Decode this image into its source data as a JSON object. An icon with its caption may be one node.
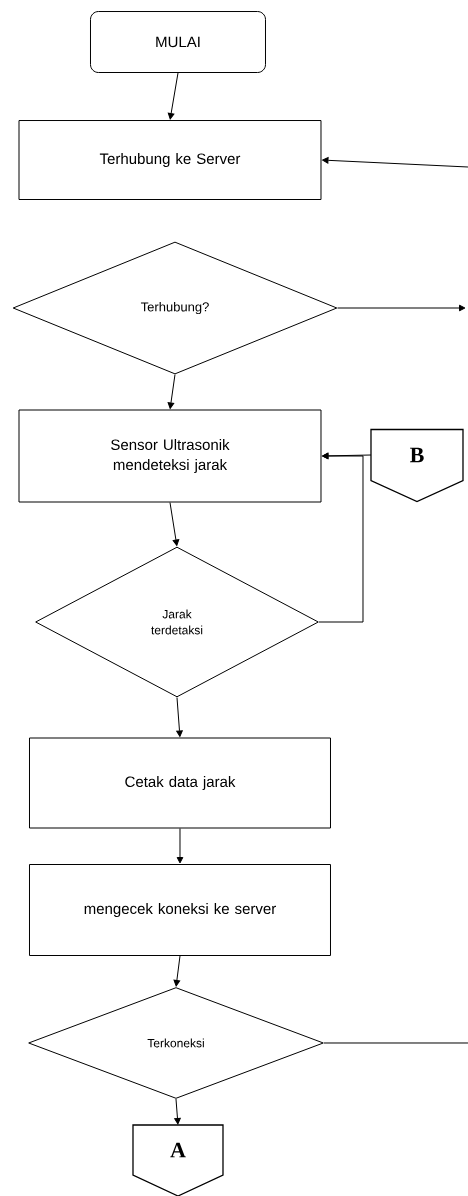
{
  "diagram": {
    "nodes": [
      {
        "text": [
          "MULAI"
        ]
      },
      {
        "text": [
          "Terhubung ke Server"
        ]
      },
      {
        "text": [
          "Terhubung?"
        ]
      },
      {
        "text": [
          "Sensor Ultrasonik mendeteksi jarak"
        ]
      },
      {
        "text": [
          "B"
        ]
      },
      {
        "text": [
          "Jarak terdetaksi"
        ]
      },
      {
        "text": [
          "Cetak data jarak"
        ]
      },
      {
        "text": [
          "mengecek koneksi ke server"
        ]
      },
      {
        "text": [
          "Terkoneksi"
        ]
      },
      {
        "text": [
          "A"
        ]
      }
    ],
    "edges": [
      {
        "from": 0,
        "to": 1,
        "arrow": "to"
      },
      {
        "from": 2,
        "to": 3,
        "arrow": "to"
      },
      {
        "from": 2,
        "to": null,
        "arrow": "to"
      },
      {
        "from": null,
        "to": 1,
        "arrow": "to"
      },
      {
        "from": 3,
        "to": 5,
        "arrow": "to"
      },
      {
        "from": 5,
        "to": 3,
        "arrow": "to"
      },
      {
        "from": 4,
        "to": 3,
        "arrow": "to"
      },
      {
        "from": 5,
        "to": 6,
        "arrow": "to"
      },
      {
        "from": 6,
        "to": 7,
        "arrow": "to"
      },
      {
        "from": 7,
        "to": 8,
        "arrow": "to"
      },
      {
        "from": 8,
        "to": 9,
        "arrow": "to"
      },
      {
        "from": 8,
        "to": null,
        "arrow": "none"
      }
    ]
  }
}
